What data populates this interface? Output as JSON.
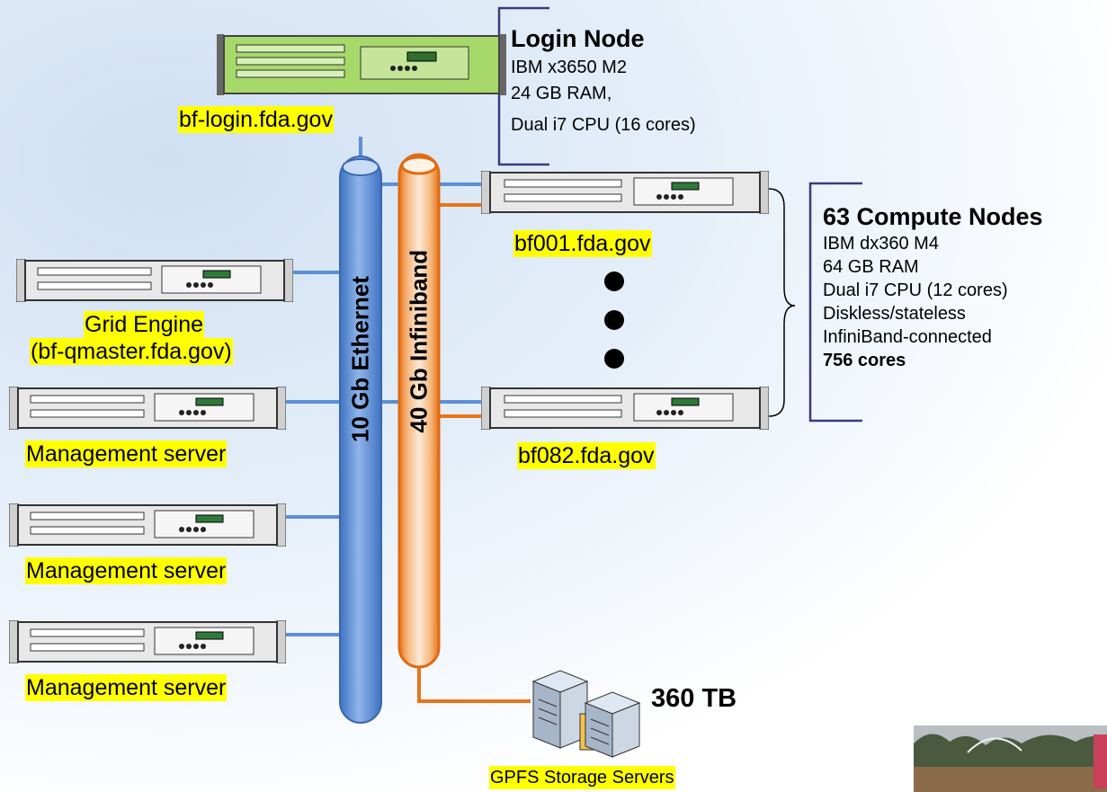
{
  "colors": {
    "ethernet": "#5b8fd6",
    "infiniband": "#e8751a",
    "label_bg": "#ffff00",
    "bracket": "#3b3b7a"
  },
  "login": {
    "host_label": "bf-login.fda.gov",
    "title": "Login Node",
    "lines": [
      "IBM x3650 M2",
      "24 GB RAM,",
      "Dual i7 CPU (16 cores)"
    ]
  },
  "compute": {
    "first_label": "bf001.fda.gov",
    "last_label": "bf082.fda.gov",
    "title": "63 Compute Nodes",
    "lines": [
      "IBM dx360 M4",
      "64 GB RAM",
      "Dual i7 CPU (12 cores)",
      "Diskless/stateless",
      "InfiniBand-connected"
    ],
    "bold_line": "756 cores"
  },
  "grid_engine": {
    "line1": "Grid Engine",
    "line2": "(bf-qmaster.fda.gov)"
  },
  "management": [
    "Management server",
    "Management server",
    "Management server"
  ],
  "networks": {
    "ethernet_label": "10 Gb Ethernet",
    "infiniband_label": "40 Gb Infiniband"
  },
  "storage": {
    "capacity": "360 TB",
    "label": "GPFS Storage Servers"
  },
  "icons": [
    "server-rack-icon",
    "storage-server-icon",
    "photo-thumbnail"
  ]
}
